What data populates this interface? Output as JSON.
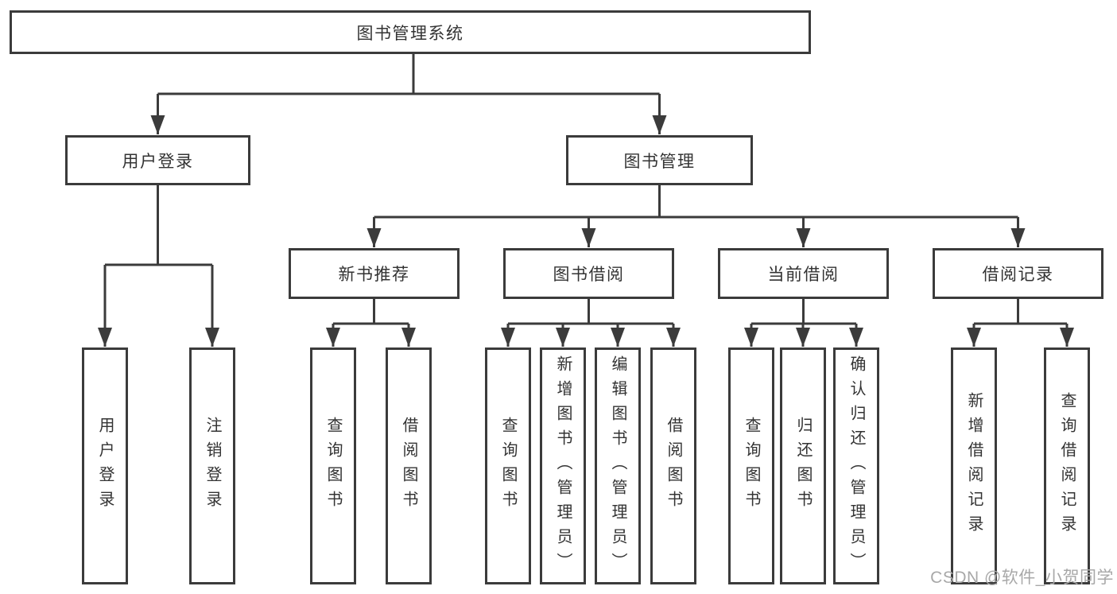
{
  "watermark": "CSDN @软件_小贺同学",
  "colors": {
    "line": "#3b3b3b",
    "text": "#333333",
    "background": "#ffffff",
    "watermark": "#a8a8a8"
  },
  "tree": {
    "root": {
      "label": "图书管理系统"
    },
    "children": [
      {
        "label": "用户登录",
        "children": [
          {
            "label": "用户登录"
          },
          {
            "label": "注销登录"
          }
        ]
      },
      {
        "label": "图书管理",
        "children": [
          {
            "label": "新书推荐",
            "children": [
              {
                "label": "查询图书"
              },
              {
                "label": "借阅图书"
              }
            ]
          },
          {
            "label": "图书借阅",
            "children": [
              {
                "label": "查询图书"
              },
              {
                "label": "新增图书（管理员）"
              },
              {
                "label": "编辑图书（管理员）"
              },
              {
                "label": "借阅图书"
              }
            ]
          },
          {
            "label": "当前借阅",
            "children": [
              {
                "label": "查询图书"
              },
              {
                "label": "归还图书"
              },
              {
                "label": "确认归还（管理员）"
              }
            ]
          },
          {
            "label": "借阅记录",
            "children": [
              {
                "label": "新增借阅记录"
              },
              {
                "label": "查询借阅记录"
              }
            ]
          }
        ]
      }
    ]
  }
}
